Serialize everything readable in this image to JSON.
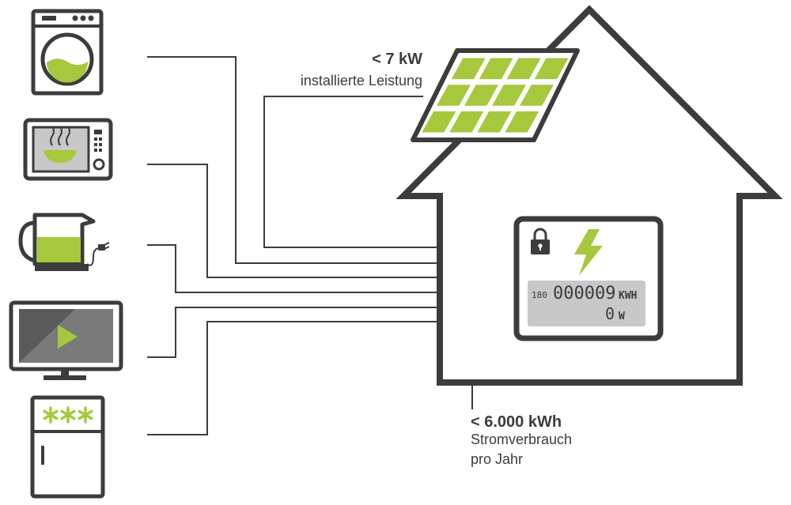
{
  "solar": {
    "value": "< 7 kW",
    "label": "installierte Leistung"
  },
  "consumption": {
    "value": "< 6.000 kWh",
    "label_line1": "Stromverbrauch",
    "label_line2": "pro Jahr"
  },
  "meter": {
    "register": "180",
    "reading": "000009",
    "energy_unit": "KWH",
    "power": "0",
    "power_unit": "W"
  },
  "colors": {
    "outline": "#3c3c3c",
    "accent": "#a6c83c",
    "screen": "#c8c8c8",
    "tv_screen": "#5a5a5a"
  },
  "icons": [
    "washing-machine-icon",
    "microwave-icon",
    "kettle-icon",
    "television-icon",
    "refrigerator-icon",
    "solar-panel-icon",
    "lock-icon",
    "lightning-icon"
  ]
}
